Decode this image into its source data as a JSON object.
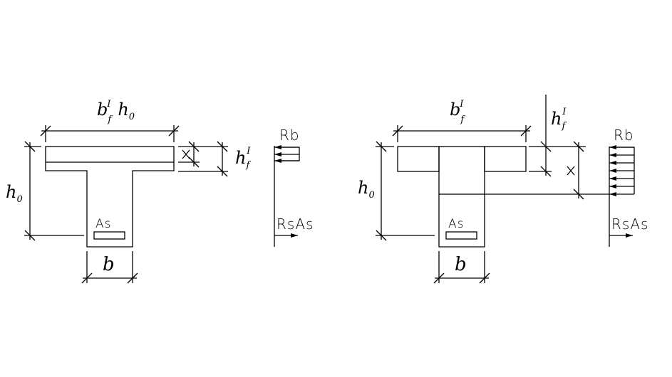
{
  "left": {
    "top_dim": {
      "b": "b",
      "sub_f": "f",
      "sup": "I",
      "h": "h",
      "sub_0": "0"
    },
    "left_dim": {
      "h": "h",
      "sub_0": "0"
    },
    "flange_dim": {
      "h": "h",
      "sub_f": "f",
      "sup": "I"
    },
    "x_label": "x",
    "bottom_dim": "b",
    "steel_label": "As",
    "rb_label": "Rb",
    "rsas_label": "RsAs"
  },
  "right": {
    "top_dim": {
      "b": "b",
      "sub_f": "f",
      "sup": "I"
    },
    "left_dim": {
      "h": "h",
      "sub_0": "0"
    },
    "flange_dim": {
      "h": "h",
      "sub_f": "f",
      "sup": "I"
    },
    "x_label": "x",
    "bottom_dim": "b",
    "steel_label": "As",
    "rb_label": "Rb",
    "rsas_label": "RsAs"
  }
}
